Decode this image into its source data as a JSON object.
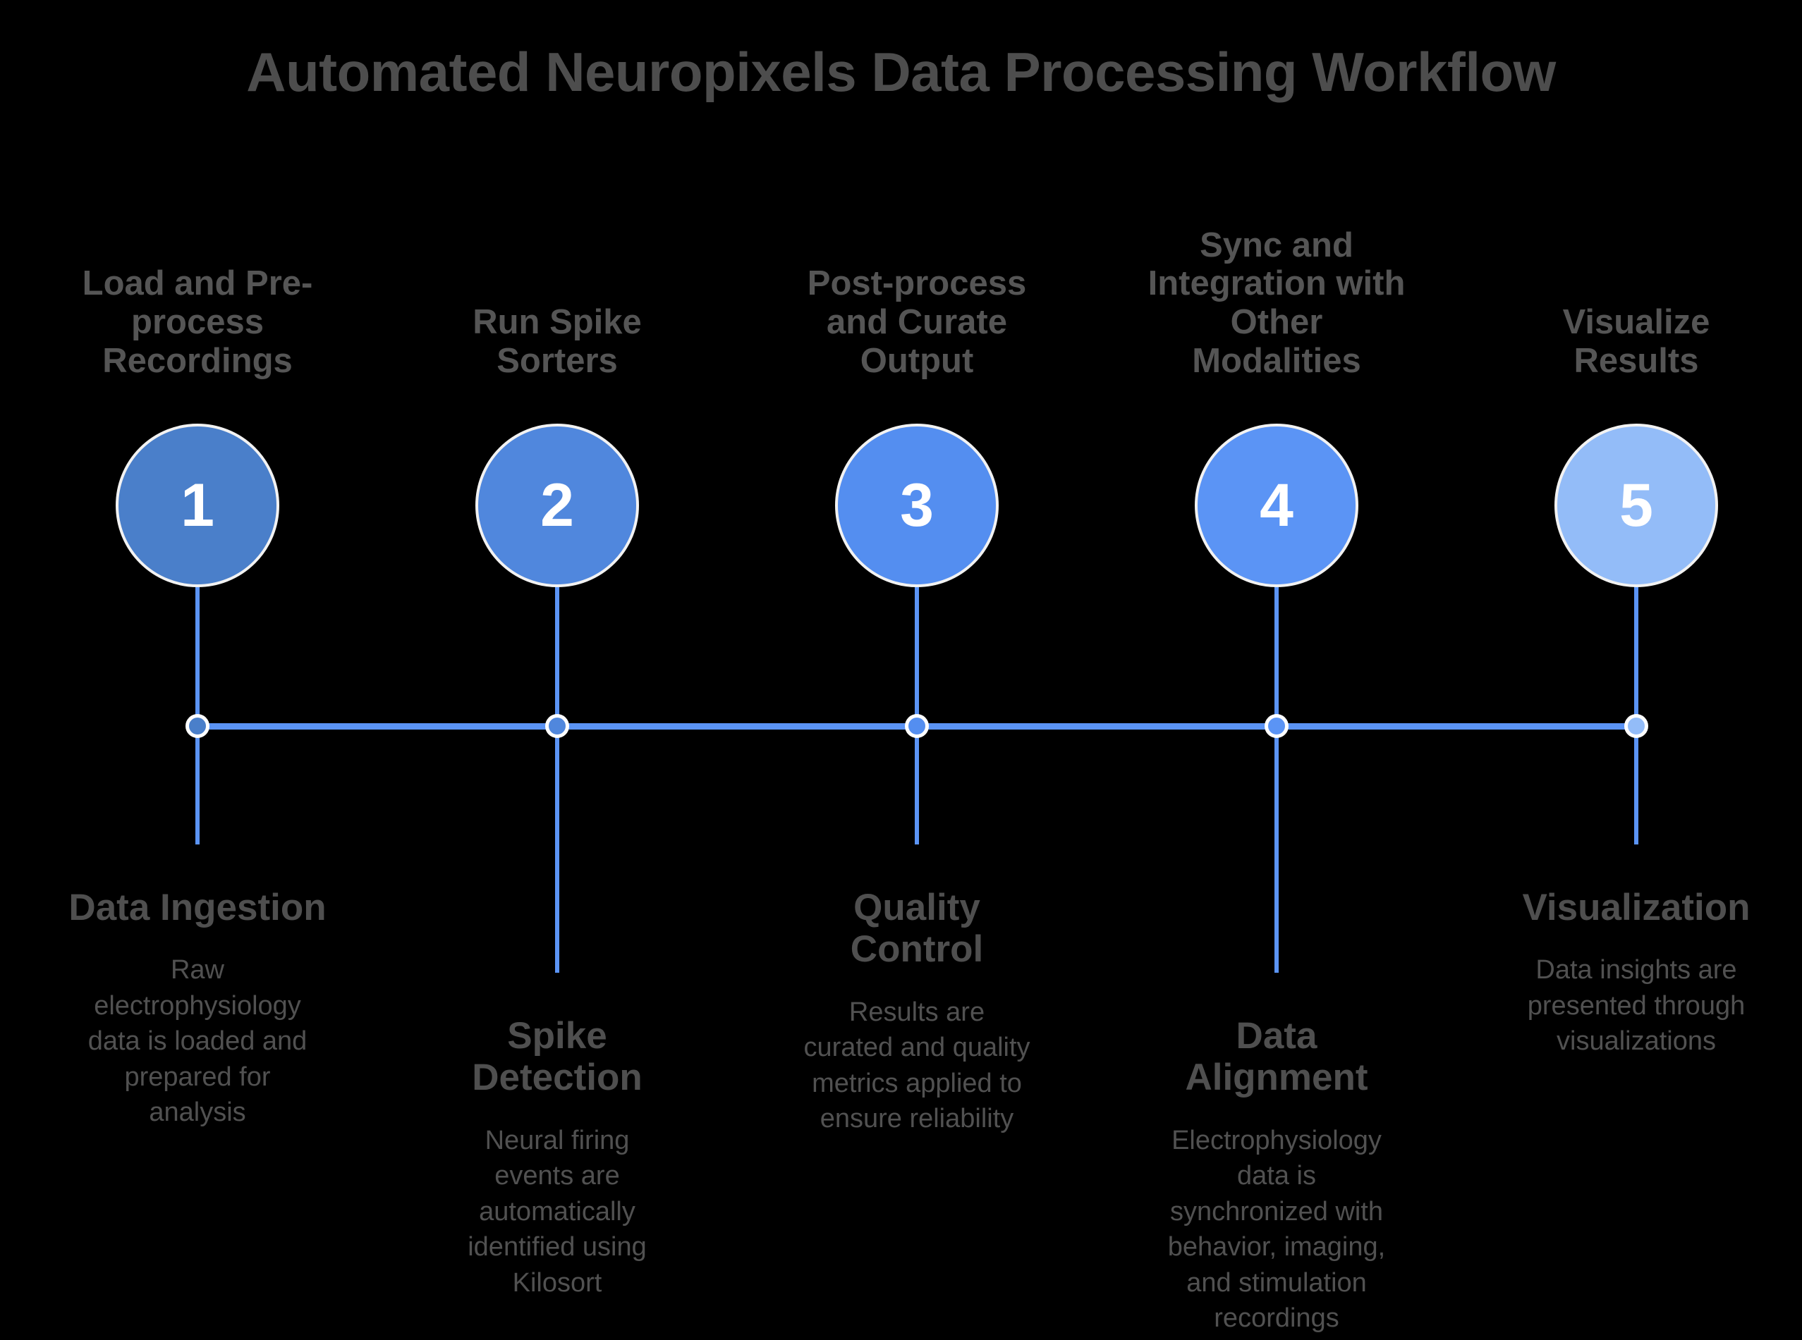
{
  "page": {
    "title": "Automated Neuropixels Data Processing Workflow",
    "background_color": "#000000",
    "title_color": "#4d4d4d",
    "line_color": "#5b94f5"
  },
  "steps": [
    {
      "number": "1",
      "caption": "Load and Pre-process Recordings",
      "detail_title": "Data Ingestion",
      "detail_body": "Raw electrophysiology data is loaded and prepared for analysis",
      "circle_color": "#4a7fca",
      "position": "upper"
    },
    {
      "number": "2",
      "caption": "Run Spike Sorters",
      "detail_title": "Spike Detection",
      "detail_body": "Neural firing events are automatically identified using Kilosort",
      "circle_color": "#5087dd",
      "position": "lower"
    },
    {
      "number": "3",
      "caption": "Post-process and Curate Output",
      "detail_title": "Quality Control",
      "detail_body": "Results are curated and quality metrics applied to ensure reliability",
      "circle_color": "#548ef0",
      "position": "upper"
    },
    {
      "number": "4",
      "caption": "Sync and Integration with Other Modalities",
      "detail_title": "Data Alignment",
      "detail_body": "Electrophysiology data is synchronized with behavior, imaging, and stimulation recordings",
      "circle_color": "#5b94f5",
      "position": "lower"
    },
    {
      "number": "5",
      "caption": "Visualize Results",
      "detail_title": "Visualization",
      "detail_body": "Data insights are presented through visualizations",
      "circle_color": "#93bcf8",
      "position": "upper"
    }
  ]
}
